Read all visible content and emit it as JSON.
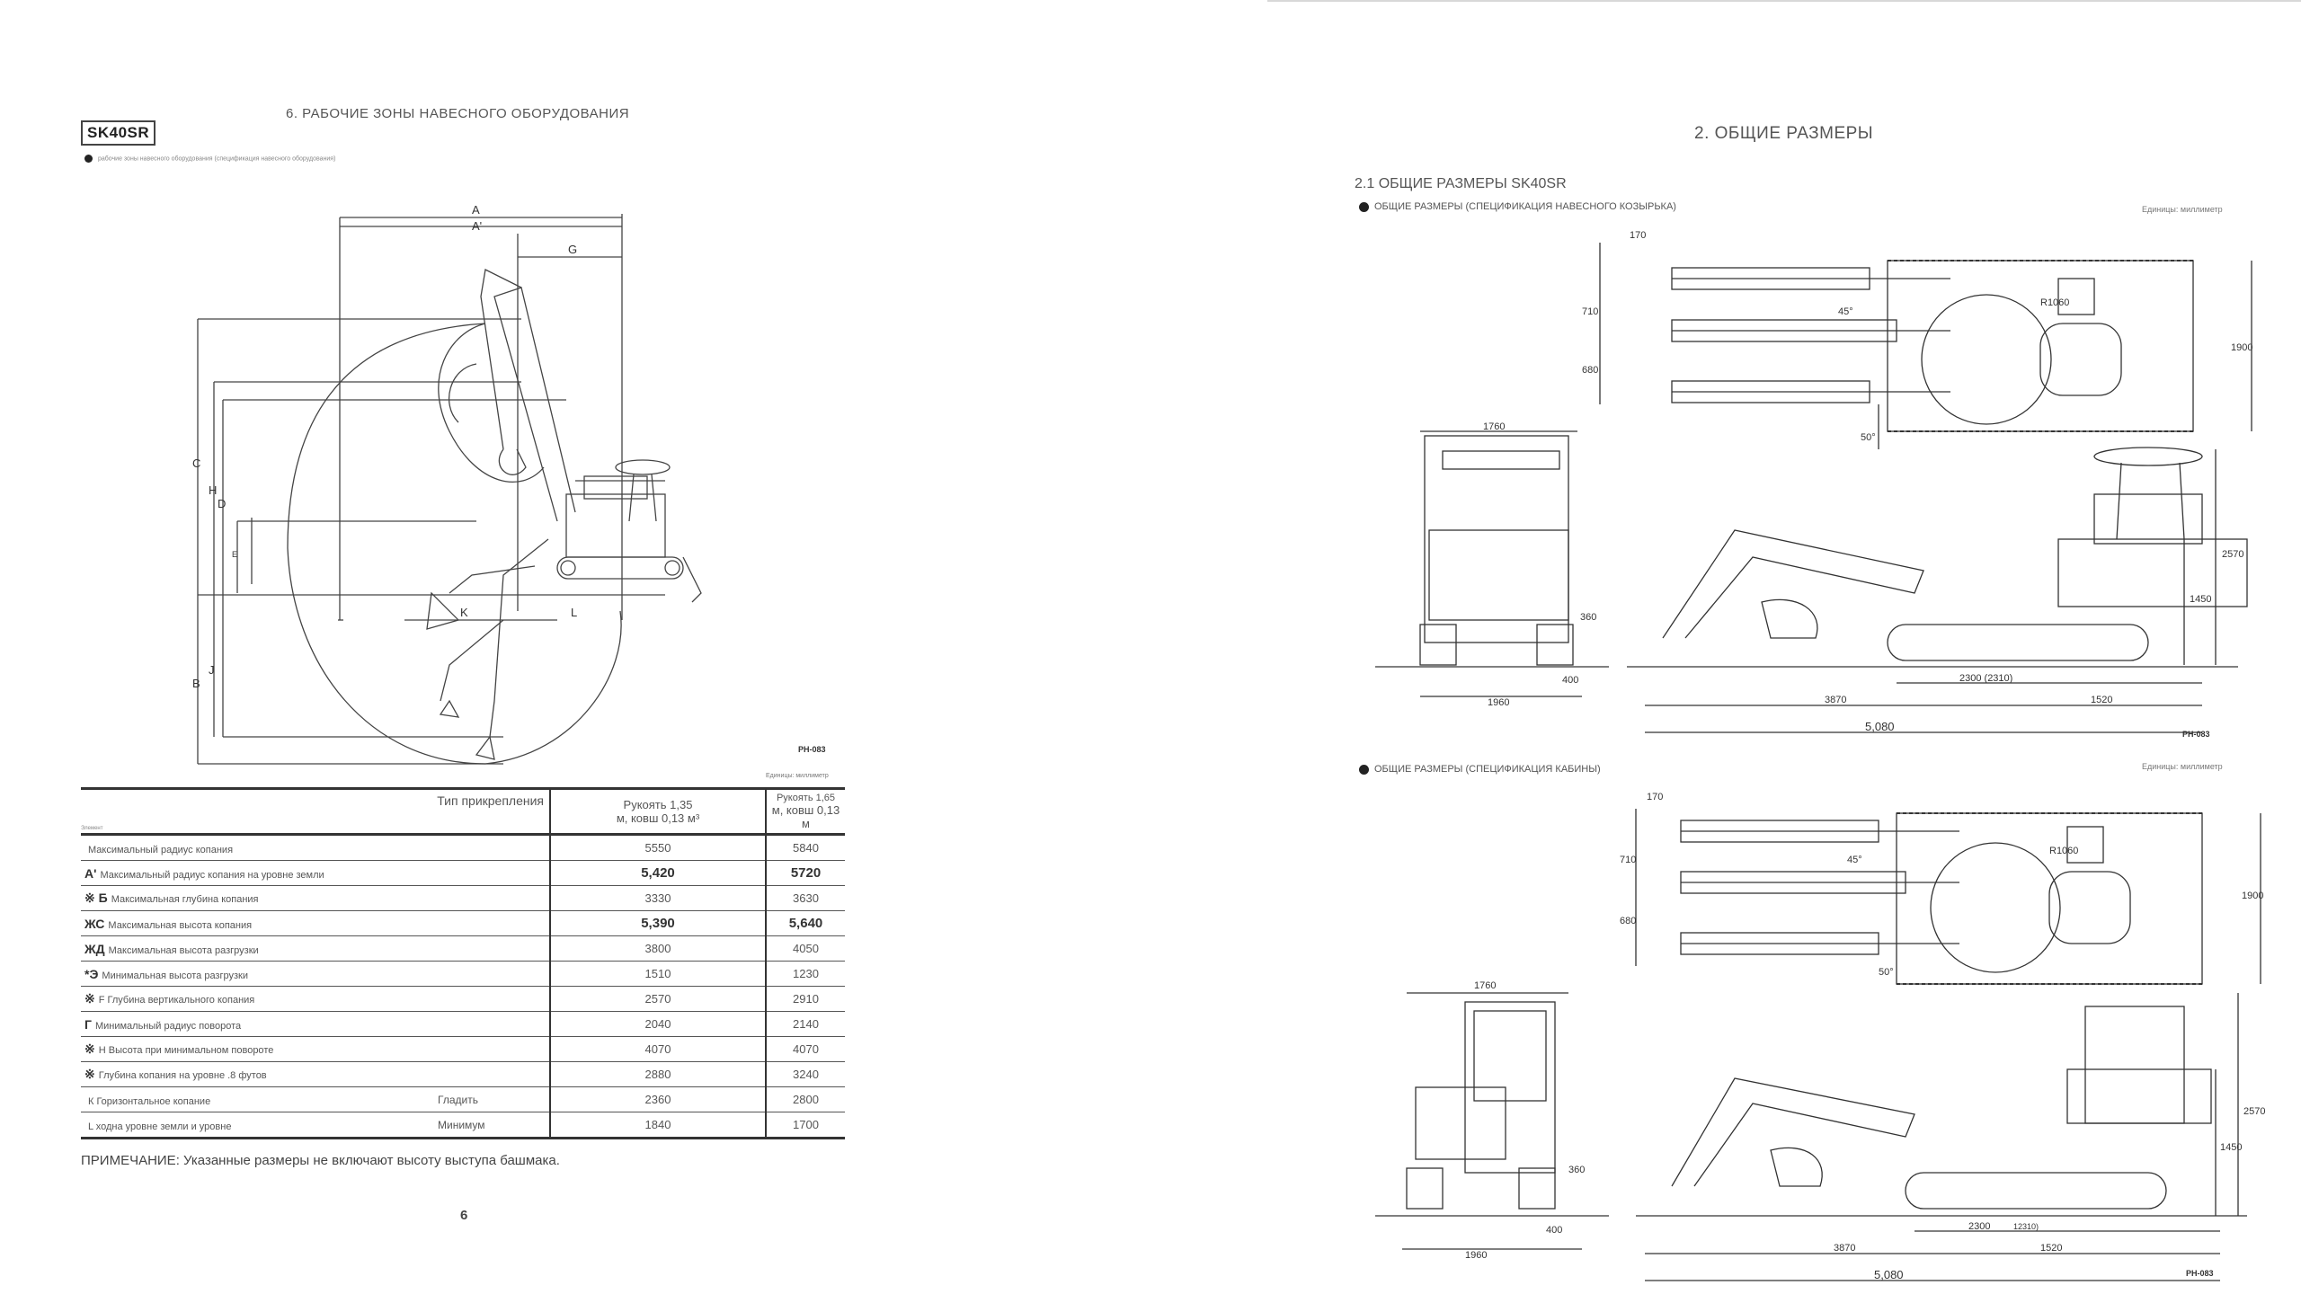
{
  "left_page": {
    "model": "SK40SR",
    "section_title": "6. РАБОЧИЕ ЗОНЫ НАВЕСНОГО ОБОРУДОВАНИЯ",
    "bullet_caption": "рабочие зоны навесного оборудования (спецификация навесного оборудования)",
    "figure_code": "PH-083",
    "units": "Единицы: миллиметр",
    "drawing_labels": [
      "A",
      "A'",
      "G",
      "C",
      "H",
      "D",
      "E",
      "B",
      "J",
      "K",
      "L"
    ],
    "table": {
      "header": {
        "type": "Тип прикрепления",
        "corner": "Элемент",
        "col1_line1": "Рукоять 1,35",
        "col1_line2": "м, ковш 0,13 м³",
        "col2_line1": "Рукоять 1,65",
        "col2_line2": "м, ковш 0,13 м"
      },
      "rows": [
        {
          "mark": "",
          "label": "Максимальный радиус копания",
          "sub": "",
          "v1": "5550",
          "v2": "5840",
          "strong": false
        },
        {
          "mark": "A'",
          "label": "Максимальный радиус копания на уровне земли",
          "sub": "",
          "v1": "5,420",
          "v2": "5720",
          "strong": true
        },
        {
          "mark": "※ Б",
          "label": "Максимальная глубина копания",
          "sub": "",
          "v1": "3330",
          "v2": "3630",
          "strong": false
        },
        {
          "mark": "ЖС",
          "label": "Максимальная высота копания",
          "sub": "",
          "v1": "5,390",
          "v2": "5,640",
          "strong": true
        },
        {
          "mark": "ЖД",
          "label": "Максимальная высота разгрузки",
          "sub": "",
          "v1": "3800",
          "v2": "4050",
          "strong": false
        },
        {
          "mark": "*Э",
          "label": "Минимальная высота разгрузки",
          "sub": "",
          "v1": "1510",
          "v2": "1230",
          "strong": false
        },
        {
          "mark": "※",
          "label": "F Глубина вертикального копания",
          "sub": "",
          "v1": "2570",
          "v2": "2910",
          "strong": false
        },
        {
          "mark": "Г",
          "label": "Минимальный радиус поворота",
          "sub": "",
          "v1": "2040",
          "v2": "2140",
          "strong": false
        },
        {
          "mark": "※",
          "label": "Н Высота при минимальном повороте",
          "sub": "",
          "v1": "4070",
          "v2": "4070",
          "strong": false
        },
        {
          "mark": "※",
          "label": "Глубина копания на уровне .8 футов",
          "sub": "",
          "v1": "2880",
          "v2": "3240",
          "strong": false
        },
        {
          "mark": "",
          "label": "К Горизонтальное копание",
          "sub": "Гладить",
          "v1": "2360",
          "v2": "2800",
          "strong": false
        },
        {
          "mark": "",
          "label": "L ходна уровне земли и уровне",
          "sub": "Минимум",
          "v1": "1840",
          "v2": "1700",
          "strong": false
        }
      ]
    },
    "note": "ПРИМЕЧАНИЕ: Указанные размеры не включают высоту выступа башмака.",
    "page_number": "6"
  },
  "right_page": {
    "title": "2. ОБЩИЕ РАЗМЕРЫ",
    "subtitle": "2.1 ОБЩИЕ РАЗМЕРЫ SK40SR",
    "fig1_caption": "ОБЩИЕ РАЗМЕРЫ (СПЕЦИФИКАЦИЯ НАВЕСНОГО КОЗЫРЬКА)",
    "fig2_caption": "ОБЩИЕ РАЗМЕРЫ (СПЕЦИФИКАЦИЯ КАБИНЫ)",
    "units": "Единицы: миллиметр",
    "fig1_code": "PH-083",
    "fig2_code": "PH-083",
    "fig1_dims": {
      "top_w": "1760",
      "h_710": "710",
      "h_680": "680",
      "r": "R1060",
      "a45": "45°",
      "a50": "50°",
      "w1900": "1900",
      "h2570": "2570",
      "h1450": "1450",
      "h360": "360",
      "w400": "400",
      "w1960": "1960",
      "t2300": "2300 (2310)",
      "t1520": "1520",
      "t3870": "3870",
      "total": "5,080",
      "w170": "170"
    },
    "fig2_dims": {
      "top_w": "1760",
      "h_710": "710",
      "h_680": "680",
      "r": "R1060",
      "a45": "45°",
      "a50": "50°",
      "w1900": "1900",
      "h2570": "2570",
      "h1450": "1450",
      "h360": "360",
      "w400": "400",
      "w1960": "1960",
      "t2300": "2300",
      "t1520": "1520",
      "t3870": "3870",
      "total": "5,080",
      "w170": "170",
      "t2310": "12310)"
    }
  },
  "colors": {
    "line": "#333333",
    "text": "#555555"
  }
}
